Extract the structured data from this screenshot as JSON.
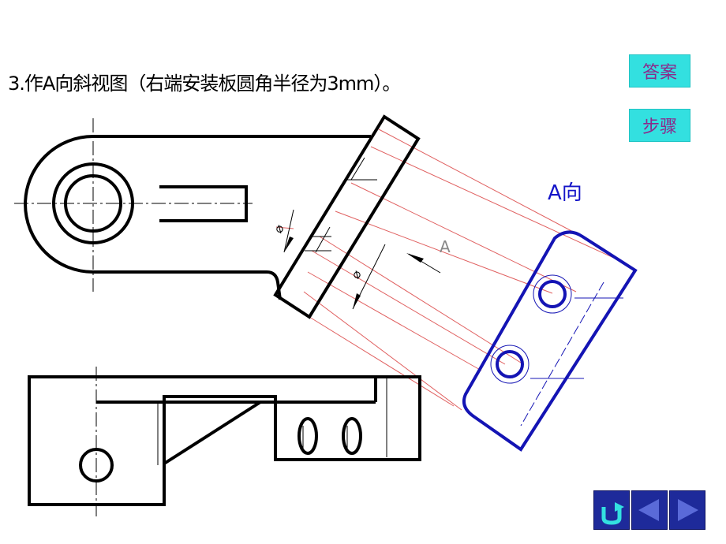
{
  "title": "3.作A向斜视图（右端安装板圆角半径为3mm）。",
  "buttons": {
    "answer": "答案",
    "steps": "步骤"
  },
  "annotations": {
    "view_label": "A向",
    "arrow_letter": "A",
    "diameter_symbol": "⌀"
  },
  "colors": {
    "outline": "#000000",
    "projection": "#e06060",
    "view": "#1414b4",
    "button_bg": "#33e0e0",
    "button_text": "#8b2a8b",
    "nav_bg": "#1e2a9a"
  },
  "nav": {
    "return_icon": "return-arrow-icon",
    "prev_icon": "triangle-left-icon",
    "next_icon": "triangle-right-icon"
  }
}
